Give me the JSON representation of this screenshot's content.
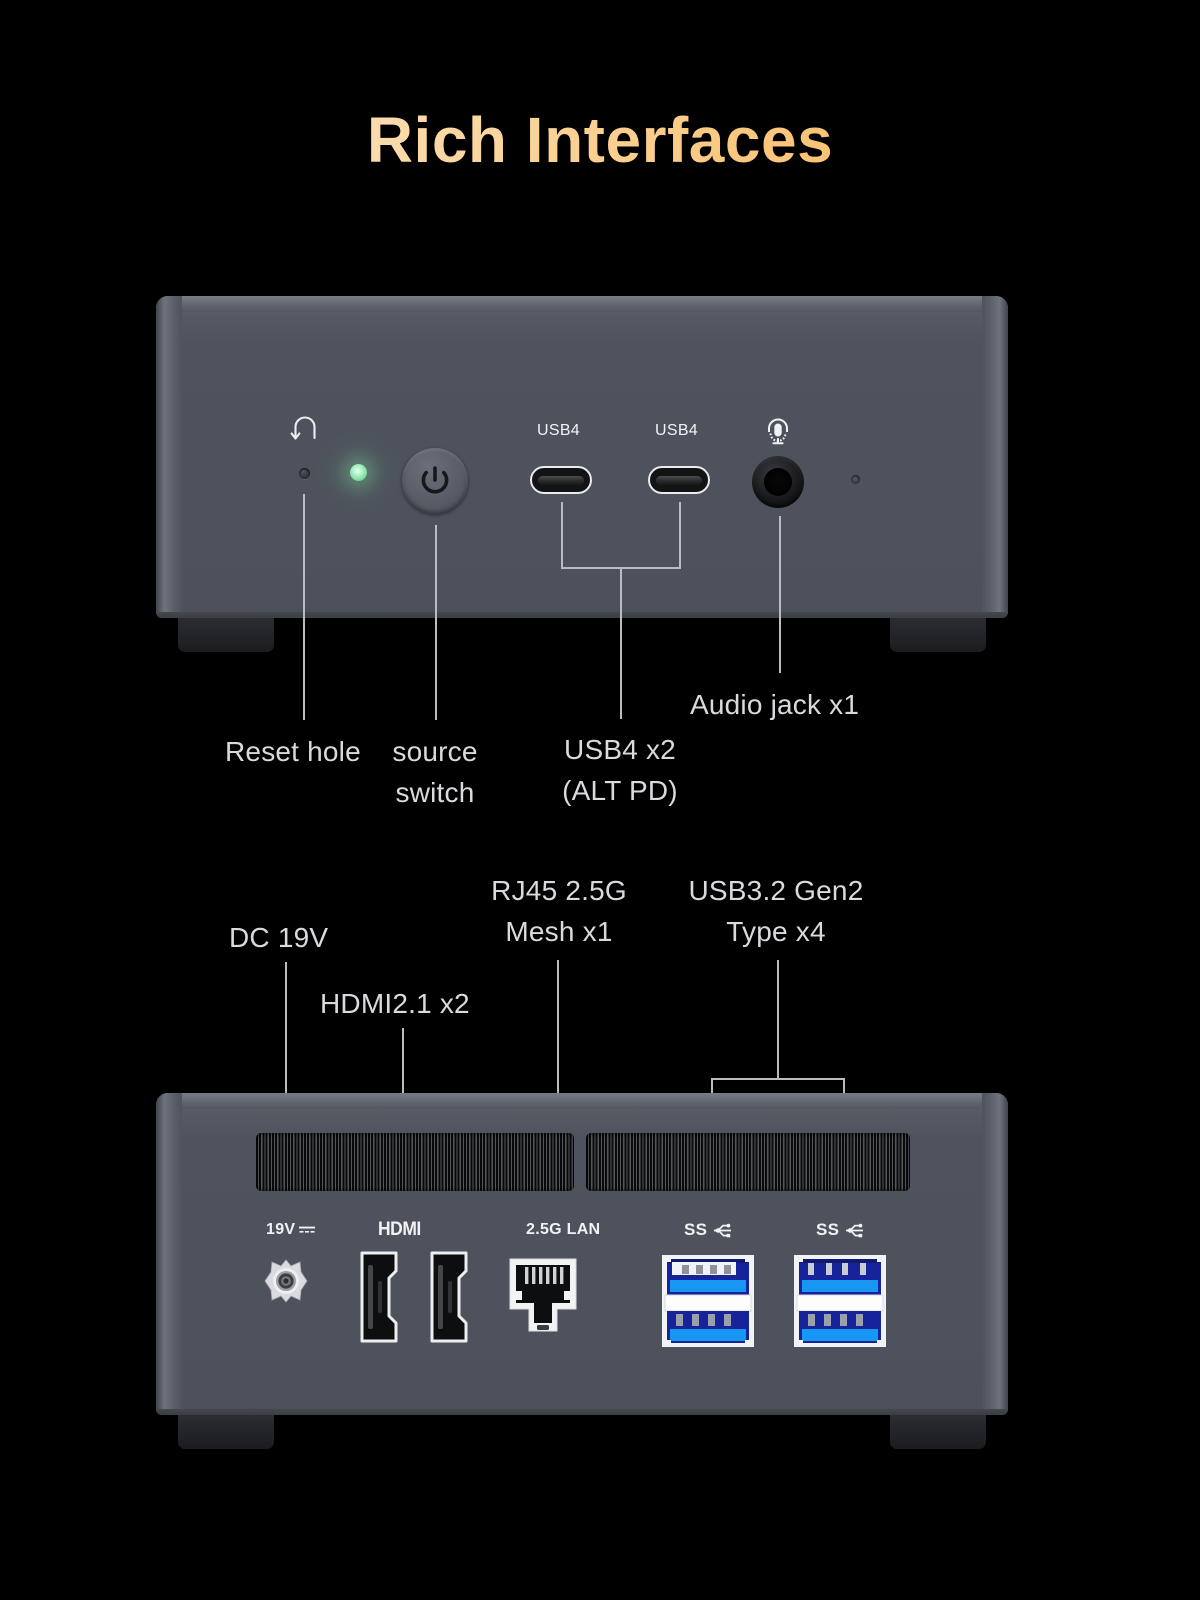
{
  "page": {
    "title": "Rich Interfaces",
    "background_color": "#000000",
    "title_gradient_from": "#fdf0d9",
    "title_gradient_to": "#f6ae4b"
  },
  "front_panel": {
    "port_captions": [
      {
        "name": "usb4-left-caption",
        "text": "USB4"
      },
      {
        "name": "usb4-right-caption",
        "text": "USB4"
      }
    ],
    "icons": {
      "reset_arrow": "reset-arrow-icon",
      "headset": "headset-icon",
      "power": "power-icon",
      "led": "power-led-indicator"
    },
    "callouts": [
      {
        "name": "reset-hole",
        "text": "Reset hole"
      },
      {
        "name": "source-switch",
        "text": "source\nswitch"
      },
      {
        "name": "usb4",
        "text": "USB4 x2\n(ALT PD)"
      },
      {
        "name": "audio-jack",
        "text": "Audio jack x1"
      }
    ]
  },
  "rear_panel": {
    "port_captions": [
      {
        "name": "dc-caption",
        "text": "19V"
      },
      {
        "name": "hdmi-caption",
        "text": "HDMI"
      },
      {
        "name": "lan-caption",
        "text": "2.5G LAN"
      },
      {
        "name": "usb-left-caption",
        "text": "SS"
      },
      {
        "name": "usb-right-caption",
        "text": "SS"
      }
    ],
    "callouts": [
      {
        "name": "dc-19v",
        "text": "DC 19V"
      },
      {
        "name": "hdmi",
        "text": "HDMI2.1 x2"
      },
      {
        "name": "rj45",
        "text": "RJ45 2.5G\nMesh x1"
      },
      {
        "name": "usb32",
        "text": "USB3.2 Gen2\nType x4"
      }
    ]
  },
  "colors": {
    "chassis_face": "#4f535d",
    "chassis_top": "#6d717b",
    "foot": "#23252a",
    "led_green": "#a9f0c2",
    "usb_blue": "#1b37a8",
    "usb_tongue": "#1896f0",
    "label_text": "#d8dade"
  }
}
